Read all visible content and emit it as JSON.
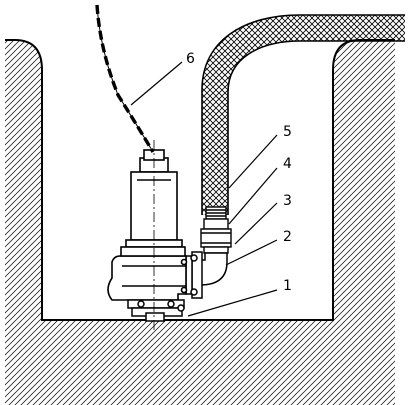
{
  "callouts": [
    {
      "key": "c1",
      "text": "1"
    },
    {
      "key": "c2",
      "text": "2"
    },
    {
      "key": "c3",
      "text": "3"
    },
    {
      "key": "c4",
      "text": "4"
    },
    {
      "key": "c5",
      "text": "5"
    },
    {
      "key": "c6",
      "text": "6"
    }
  ],
  "colors": {
    "line": "#000000",
    "background": "#ffffff"
  }
}
